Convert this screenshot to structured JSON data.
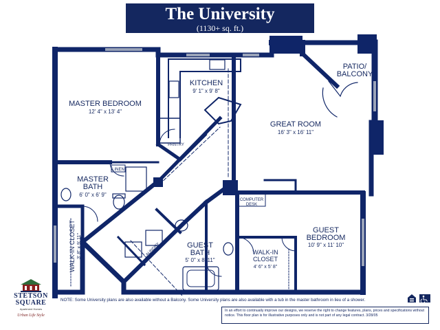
{
  "title": {
    "main": "The University",
    "sub": "(1130+ sq. ft.)"
  },
  "rooms": [
    {
      "id": "master-bedroom",
      "name": "MASTER BEDROOM",
      "dims": "12' 4\" x 13' 4\""
    },
    {
      "id": "kitchen",
      "name": "KITCHEN",
      "dims": "9' 1\" x 9' 8\""
    },
    {
      "id": "patio",
      "name_line1": "PATIO/",
      "name_line2": "BALCONY"
    },
    {
      "id": "great-room",
      "name": "GREAT ROOM",
      "dims": "16' 3\" x 16' 11\""
    },
    {
      "id": "master-bath",
      "name_line1": "MASTER",
      "name_line2": "BATH",
      "dims": "6' 0\" x 6' 9\""
    },
    {
      "id": "walkin-closet-1",
      "name": "WALK-IN CLOSET",
      "dims": "3' 8\" x 9' 11\""
    },
    {
      "id": "guest-bath",
      "name_line1": "GUEST",
      "name_line2": "BATH",
      "dims": "5' 0\" x 8' 11\""
    },
    {
      "id": "walkin-closet-2",
      "name_line1": "WALK-IN",
      "name_line2": "CLOSET",
      "dims": "4' 6\" x 5' 8\""
    },
    {
      "id": "guest-bedroom",
      "name_line1": "GUEST",
      "name_line2": "BEDROOM",
      "dims": "10' 9\" x 11' 10\""
    }
  ],
  "small_labels": {
    "pantry": "PANTRY",
    "linen": "LINEN",
    "laundry": "LAUNDRY",
    "computer_line1": "COMPUTER",
    "computer_line2": "DESK"
  },
  "note": "NOTE: Some University plans are also available without a Balcony. Some University plans are also available with a tub in the master bathroom in lieu of a shower.",
  "disclaimer": "In an effort to continually improve our designs, we reserve the right to change features, plans, prices and specifications without notice. This floor plan is for illustrative purposes only and is not part of any legal contract. 3/28/05",
  "logo": {
    "name_line1": "STETSON",
    "name_line2": "SQUARE",
    "sub": "Apartment Homes",
    "tagline": "Urban Life Style"
  },
  "colors": {
    "navy": "#14275f",
    "walls": "#0f2568",
    "accent_red": "#7a1d1d"
  },
  "icons": [
    "equal-housing-icon",
    "accessibility-icon"
  ]
}
